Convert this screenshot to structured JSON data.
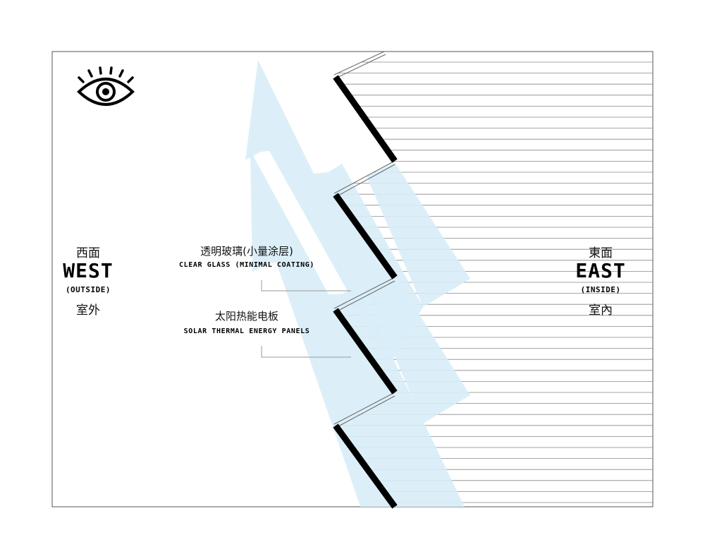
{
  "colors": {
    "frame": "#555555",
    "panel": "#000000",
    "louver_line": "#888888",
    "arrow": "#d8edf8",
    "glass": "#666666"
  },
  "icon": {
    "name": "eye-icon"
  },
  "west": {
    "cn": "西面",
    "en": "WEST",
    "sub": "(OUTSIDE)",
    "cn_sub": "室外"
  },
  "east": {
    "cn": "東面",
    "en": "EAST",
    "sub": "(INSIDE)",
    "cn_sub": "室內"
  },
  "legend": {
    "glass": {
      "cn": "透明玻璃(小量涂层)",
      "en": "CLEAR GLASS (MINIMAL COATING)"
    },
    "panels": {
      "cn": "太阳热能电板",
      "en": "SOLAR THERMAL ENERGY PANELS"
    }
  }
}
